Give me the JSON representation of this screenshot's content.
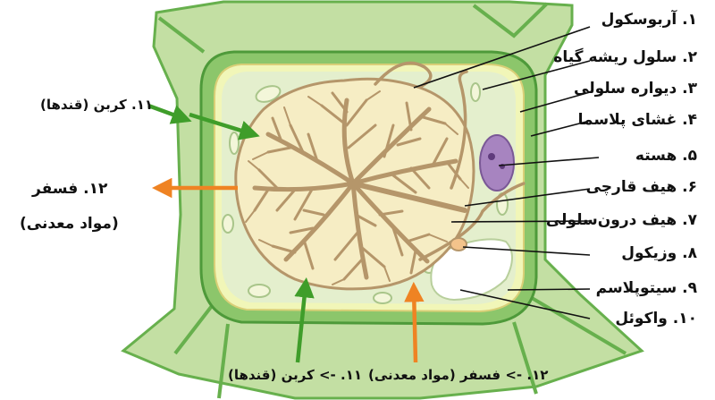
{
  "labels": {
    "l1": "۱. آربوسکول",
    "l2": "۲. سلول ریشه گیاه",
    "l3": "۳. دیواره سلولی",
    "l4": "۴. غشای پلاسما",
    "l5": "۵. هسته",
    "l6": "۶. هیف قارچی",
    "l7": "۷. هیف درون‌سلولی",
    "l8": "۸. وزیکول",
    "l9": "۹. سیتوپلاسم",
    "l10": "۱۰. واکوئل",
    "l11_left": "۱۱. کربن (قندها)",
    "l12_left_a": "۱۲. فسفر",
    "l12_left_b": "(مواد معدنی)",
    "l11_bottom": "۱۱. -> کربن (قندها)",
    "l12_bottom": "۱۲. -> فسفر (مواد معدنی)"
  },
  "colors": {
    "outer_tissue": "#c3dfa3",
    "cell_wall": "#67b04d",
    "membrane": "#f1f6b8",
    "cytoplasm": "#e4efcd",
    "arbuscule_fill": "#f6edc4",
    "hypha": "#b5966a",
    "nucleus": "#a784c0",
    "carbon_arrow": "#3f9d2a",
    "phosphorus_arrow": "#ef8323"
  }
}
